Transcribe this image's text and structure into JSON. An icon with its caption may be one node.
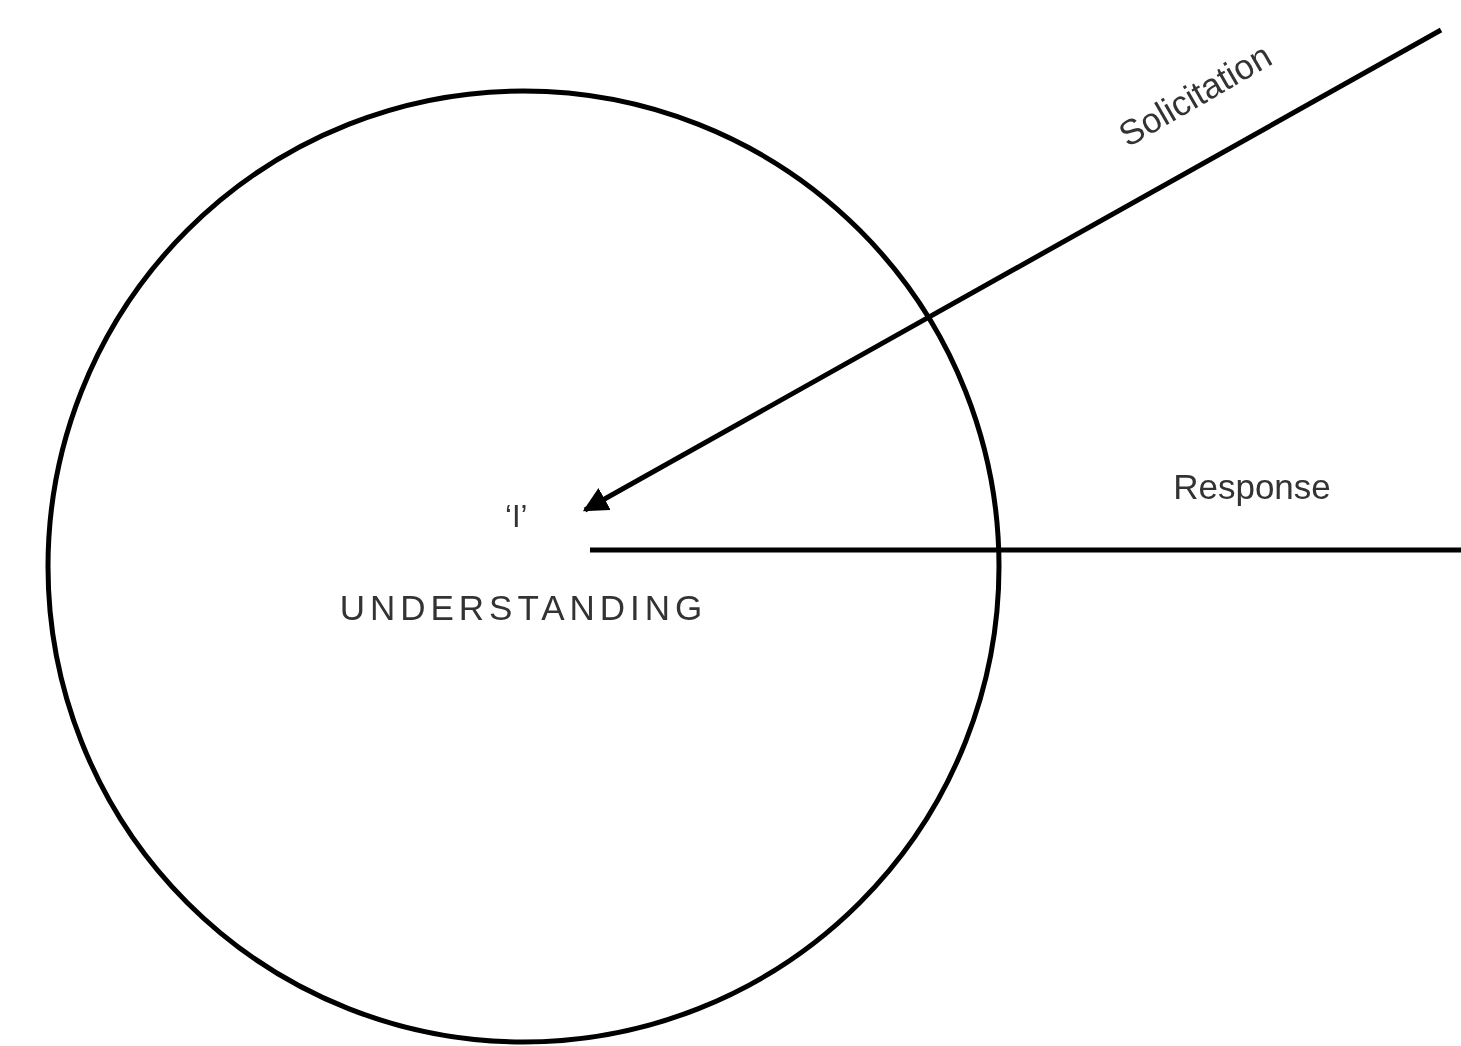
{
  "diagram": {
    "nodes": [
      {
        "text": [
          "UNDERSTANDING"
        ]
      },
      {
        "text": [
          "‘I’"
        ],
        "in": 0
      }
    ],
    "edges": [
      {
        "from": null,
        "to": 1,
        "arrow": "to",
        "label": "Solicitation"
      },
      {
        "from": 1,
        "to": null,
        "arrow": "none",
        "label": "Response"
      }
    ]
  }
}
